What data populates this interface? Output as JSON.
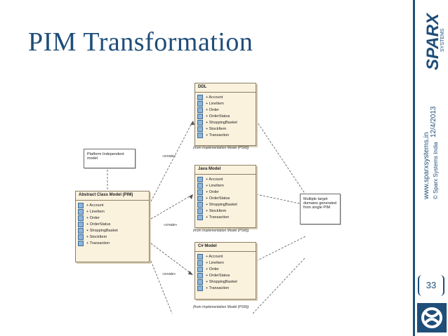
{
  "slide": {
    "title": "PIM Transformation",
    "date": "12/4/2013",
    "website": "www.sparxsystems.in",
    "copyright": "© Sparx Systems India",
    "page_number": "33",
    "brand_text": "SPARX SYSTEMS",
    "brand_color": "#1f4e79"
  },
  "diagram": {
    "note_pim": "Platform Independent model",
    "note_targets": "Multiple target domains generated from single PIM",
    "abstract_class": {
      "title": "Abstract Class Model (PIM)",
      "items": [
        "+ Account",
        "+ LineItem",
        "+ Order",
        "+ OrderStatus",
        "+ ShoppingBasket",
        "+ StockItem",
        "+ Transaction"
      ]
    },
    "ddl": {
      "title": "DDL",
      "items": [
        "+ Account",
        "+ LineItem",
        "+ Order",
        "+ OrderStatus",
        "+ ShoppingBasket",
        "+ StockItem",
        "+ Transaction"
      ],
      "caption": "(from Implementation Model (PSM))"
    },
    "java": {
      "title": "Java Model",
      "items": [
        "+ Account",
        "+ LineItem",
        "+ Order",
        "+ OrderStatus",
        "+ ShoppingBasket",
        "+ StockItem",
        "+ Transaction"
      ],
      "caption": "(from Implementation Model (PSM))"
    },
    "csharp": {
      "title": "C# Model",
      "items": [
        "+ Account",
        "+ LineItem",
        "+ Order",
        "+ OrderStatus",
        "+ ShoppingBasket",
        "+ Transaction"
      ],
      "caption": "(from Implementation Model (PSM))"
    },
    "create_label": "«create»"
  }
}
